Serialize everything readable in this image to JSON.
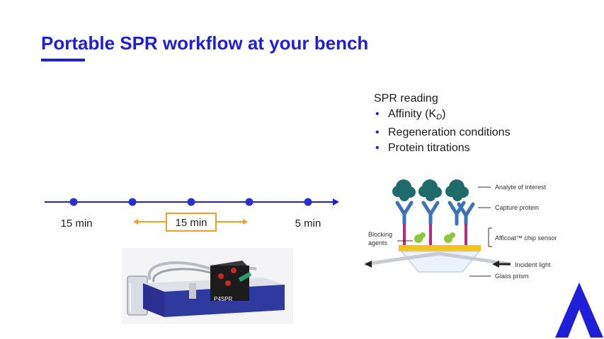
{
  "slide": {
    "title": "Portable SPR workflow at your bench"
  },
  "timeline": {
    "labels": [
      "15 min",
      "15 min",
      "5 min"
    ],
    "colors": {
      "line": "#1f1fd9",
      "dot": "#2a2fd0",
      "bracket": "#f0a020"
    }
  },
  "spr_reading": {
    "heading": "SPR reading",
    "items": [
      {
        "text": "Affinity (K",
        "sub": "D",
        "tail": ")"
      },
      {
        "text": "Regeneration conditions"
      },
      {
        "text": "Protein titrations"
      }
    ]
  },
  "device": {
    "label": "P4SPR"
  },
  "diagram": {
    "labels": {
      "analyte": "Analyte of interest",
      "capture": "Capture protein",
      "chip": "Afficoat™ chip sensor",
      "blocking": "Blocking agents",
      "incident": "Incident light",
      "prism": "Glass prism"
    }
  }
}
